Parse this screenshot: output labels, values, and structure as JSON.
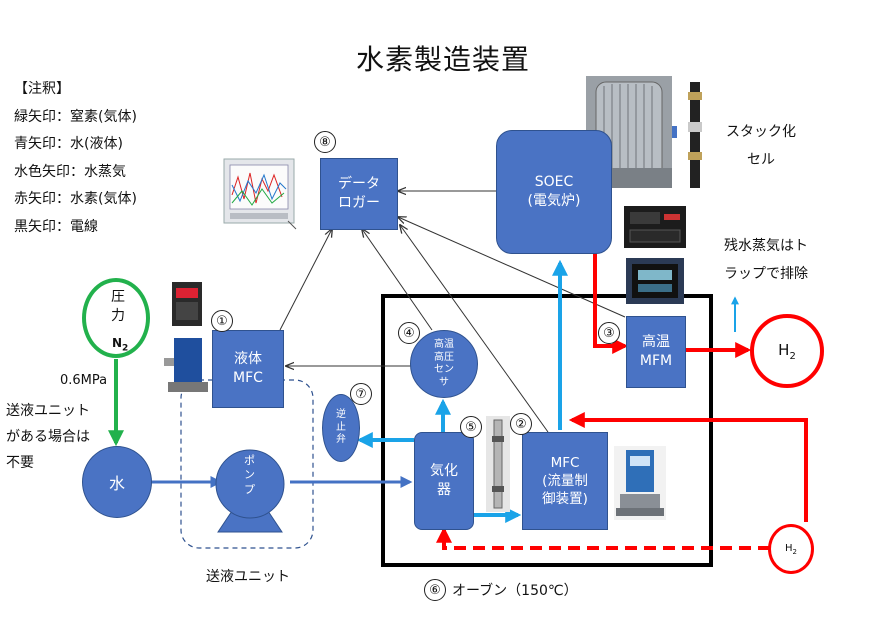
{
  "title": "水素製造装置",
  "legend": {
    "heading": "【注釈】",
    "items": [
      "緑矢印：窒素(気体)",
      "青矢印：水(液体)",
      "水色矢印：水蒸気",
      "赤矢印：水素(気体)",
      "黒矢印：電線"
    ]
  },
  "colors": {
    "box_fill": "#4a73c4",
    "green": "#22b14c",
    "blue": "#4472c4",
    "cyan": "#1aa3e8",
    "red": "#ff0000",
    "black": "#333333"
  },
  "nodes": {
    "data_logger": "データ\nロガー",
    "soec": "SOEC\n(電気炉)",
    "liquid_mfc": "液体\nMFC",
    "vaporizer": "気化\n器",
    "mfc_flow": "MFC\n(流量制\n御装置)",
    "hi_temp_mfm": "高温\nMFM",
    "pressure_sensor": "高温\n高圧\nセン\nサ",
    "check_valve": "逆\n止\n弁",
    "pump": "ポ\nン\nプ",
    "water": "水",
    "pressure_n2_top": "圧\n力",
    "pressure_n2_sub": "N",
    "pressure_n2_subscript": "2",
    "h2_big": "H",
    "h2_big_sub": "2",
    "h2_small": "H",
    "h2_small_sub": "2"
  },
  "numbers": [
    "①",
    "②",
    "③",
    "④",
    "⑤",
    "⑧",
    "⑦"
  ],
  "labels": {
    "stack_cell": "スタック化\nセル",
    "residual_steam": "残水蒸気はト\nラップで排除",
    "pressure_value": "0.6MPa",
    "liquid_unit_note": "送液ユニット\nがある場合は\n不要",
    "liquid_unit": "送液ユニット",
    "oven_num": "⑥",
    "oven": "オーブン（150℃）"
  }
}
